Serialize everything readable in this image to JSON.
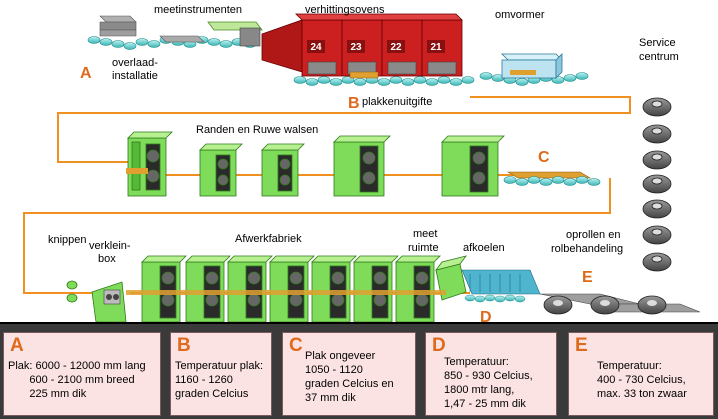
{
  "labels": {
    "meetinstrumenten": "meetinstrumenten",
    "verhittingsovens": "verhittingsovens",
    "omvormer": "omvormer",
    "overlaad1": "overlaad-",
    "overlaad2": "installatie",
    "plakkenuitgifte": "plakkenuitgifte",
    "service1": "Service",
    "service2": "centrum",
    "randen": "Randen en Ruwe walsen",
    "knippen": "knippen",
    "verklein1": "verklein-",
    "verklein2": "box",
    "afwerk": "Afwerkfabriek",
    "meet1": "meet",
    "meet2": "ruimte",
    "afkoelen": "afkoelen",
    "oprollen1": "oprollen en",
    "oprollen2": "rolbehandeling"
  },
  "markers": {
    "A": "A",
    "B": "B",
    "C": "C",
    "D": "D",
    "E": "E"
  },
  "ovens": [
    "24",
    "23",
    "22",
    "21"
  ],
  "legend": [
    {
      "letter": "A",
      "lines": [
        "Plak: 6000 - 12000 mm lang",
        "       600 - 2100 mm breed",
        "       225 mm dik"
      ]
    },
    {
      "letter": "B",
      "lines": [
        "Temperatuur plak:",
        "1160 - 1260",
        "graden Celcius"
      ]
    },
    {
      "letter": "C",
      "lines": [
        "Plak ongeveer",
        "1050 - 1120",
        "graden Celcius en",
        "37 mm dik"
      ]
    },
    {
      "letter": "D",
      "lines": [
        "Temperatuur:",
        "850 - 930 Celcius,",
        "1800 mtr lang,",
        "1,47 - 25 mm dik"
      ]
    },
    {
      "letter": "E",
      "lines": [
        "Temperatuur:",
        "400 - 730 Celcius,",
        "max. 33 ton zwaar"
      ]
    }
  ]
}
